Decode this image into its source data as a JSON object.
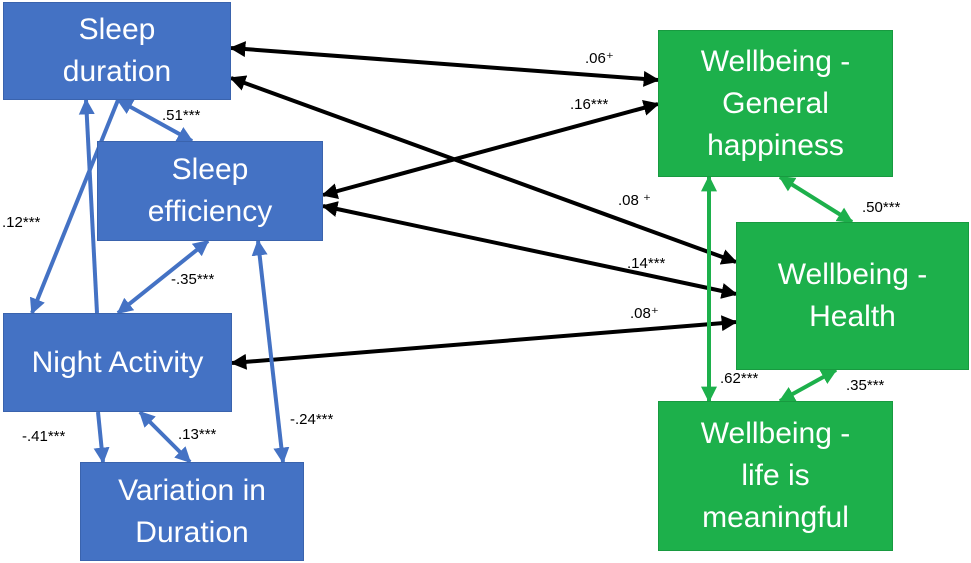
{
  "nodes": {
    "sleep_duration": [
      "Sleep",
      "duration"
    ],
    "sleep_efficiency": [
      "Sleep",
      "efficiency"
    ],
    "night_activity": [
      "Night Activity"
    ],
    "variation_duration": [
      "Variation in",
      "Duration"
    ],
    "wb_general": [
      "Wellbeing -",
      "General",
      "happiness"
    ],
    "wb_health": [
      "Wellbeing -",
      "Health"
    ],
    "wb_meaningful": [
      "Wellbeing -",
      "life is",
      "meaningful"
    ]
  },
  "labels": {
    "sd_wbg": ".06⁺",
    "se_wbg": ".16***",
    "sd_wbh": ".08 ⁺",
    "se_wbh": ".14***",
    "na_wbh": ".08⁺",
    "sd_se": ".51***",
    "sd_na": ".12***",
    "se_na": "-.35***",
    "na_vd": "-.41***",
    "na_vd2": ".13***",
    "se_vd": "-.24***",
    "wbg_wbh": ".50***",
    "wbg_wbm": ".62***",
    "wbh_wbm": ".35***"
  },
  "colors": {
    "blue": "#4472C4",
    "green": "#1DB04B",
    "black_arrow": "#000000"
  }
}
